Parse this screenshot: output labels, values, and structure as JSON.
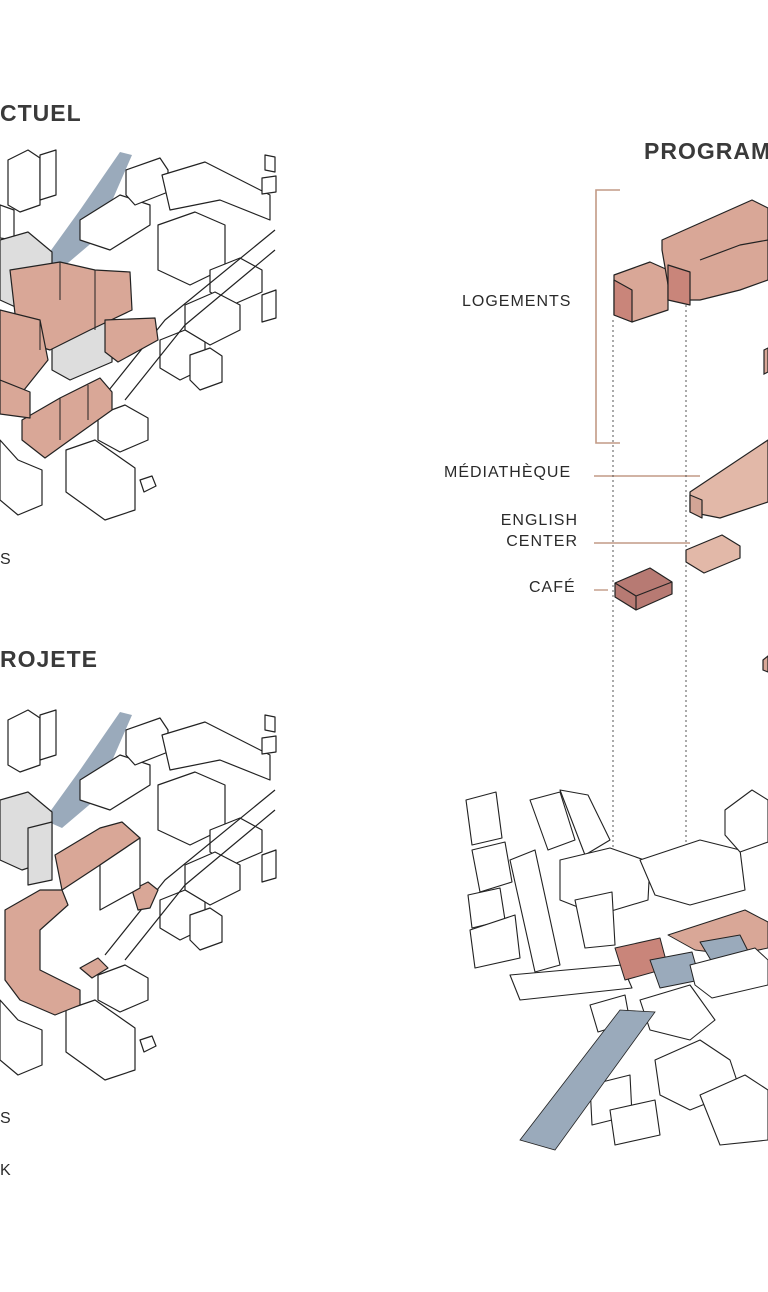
{
  "headings": {
    "left_top": "CTUEL",
    "left_bottom": "ROJETE",
    "right": "PROGRAM"
  },
  "program": {
    "logements": "LOGEMENTS",
    "mediatheque": "MÉDIATHÈQUE",
    "english_center_line1": "ENGLISH",
    "english_center_line2": "CENTER",
    "cafe": "CAFÉ"
  },
  "left_fragments": {
    "top_s": "S",
    "bottom_s": "S",
    "bottom_k": "K"
  },
  "colors": {
    "brick": "#d9a797",
    "brick_dark": "#c9857a",
    "mediatheque": "#e2b8a8",
    "cafe": "#b77a73",
    "river": "#9aaabb",
    "grey_building": "#dddddd",
    "bracket": "#c29a85"
  }
}
